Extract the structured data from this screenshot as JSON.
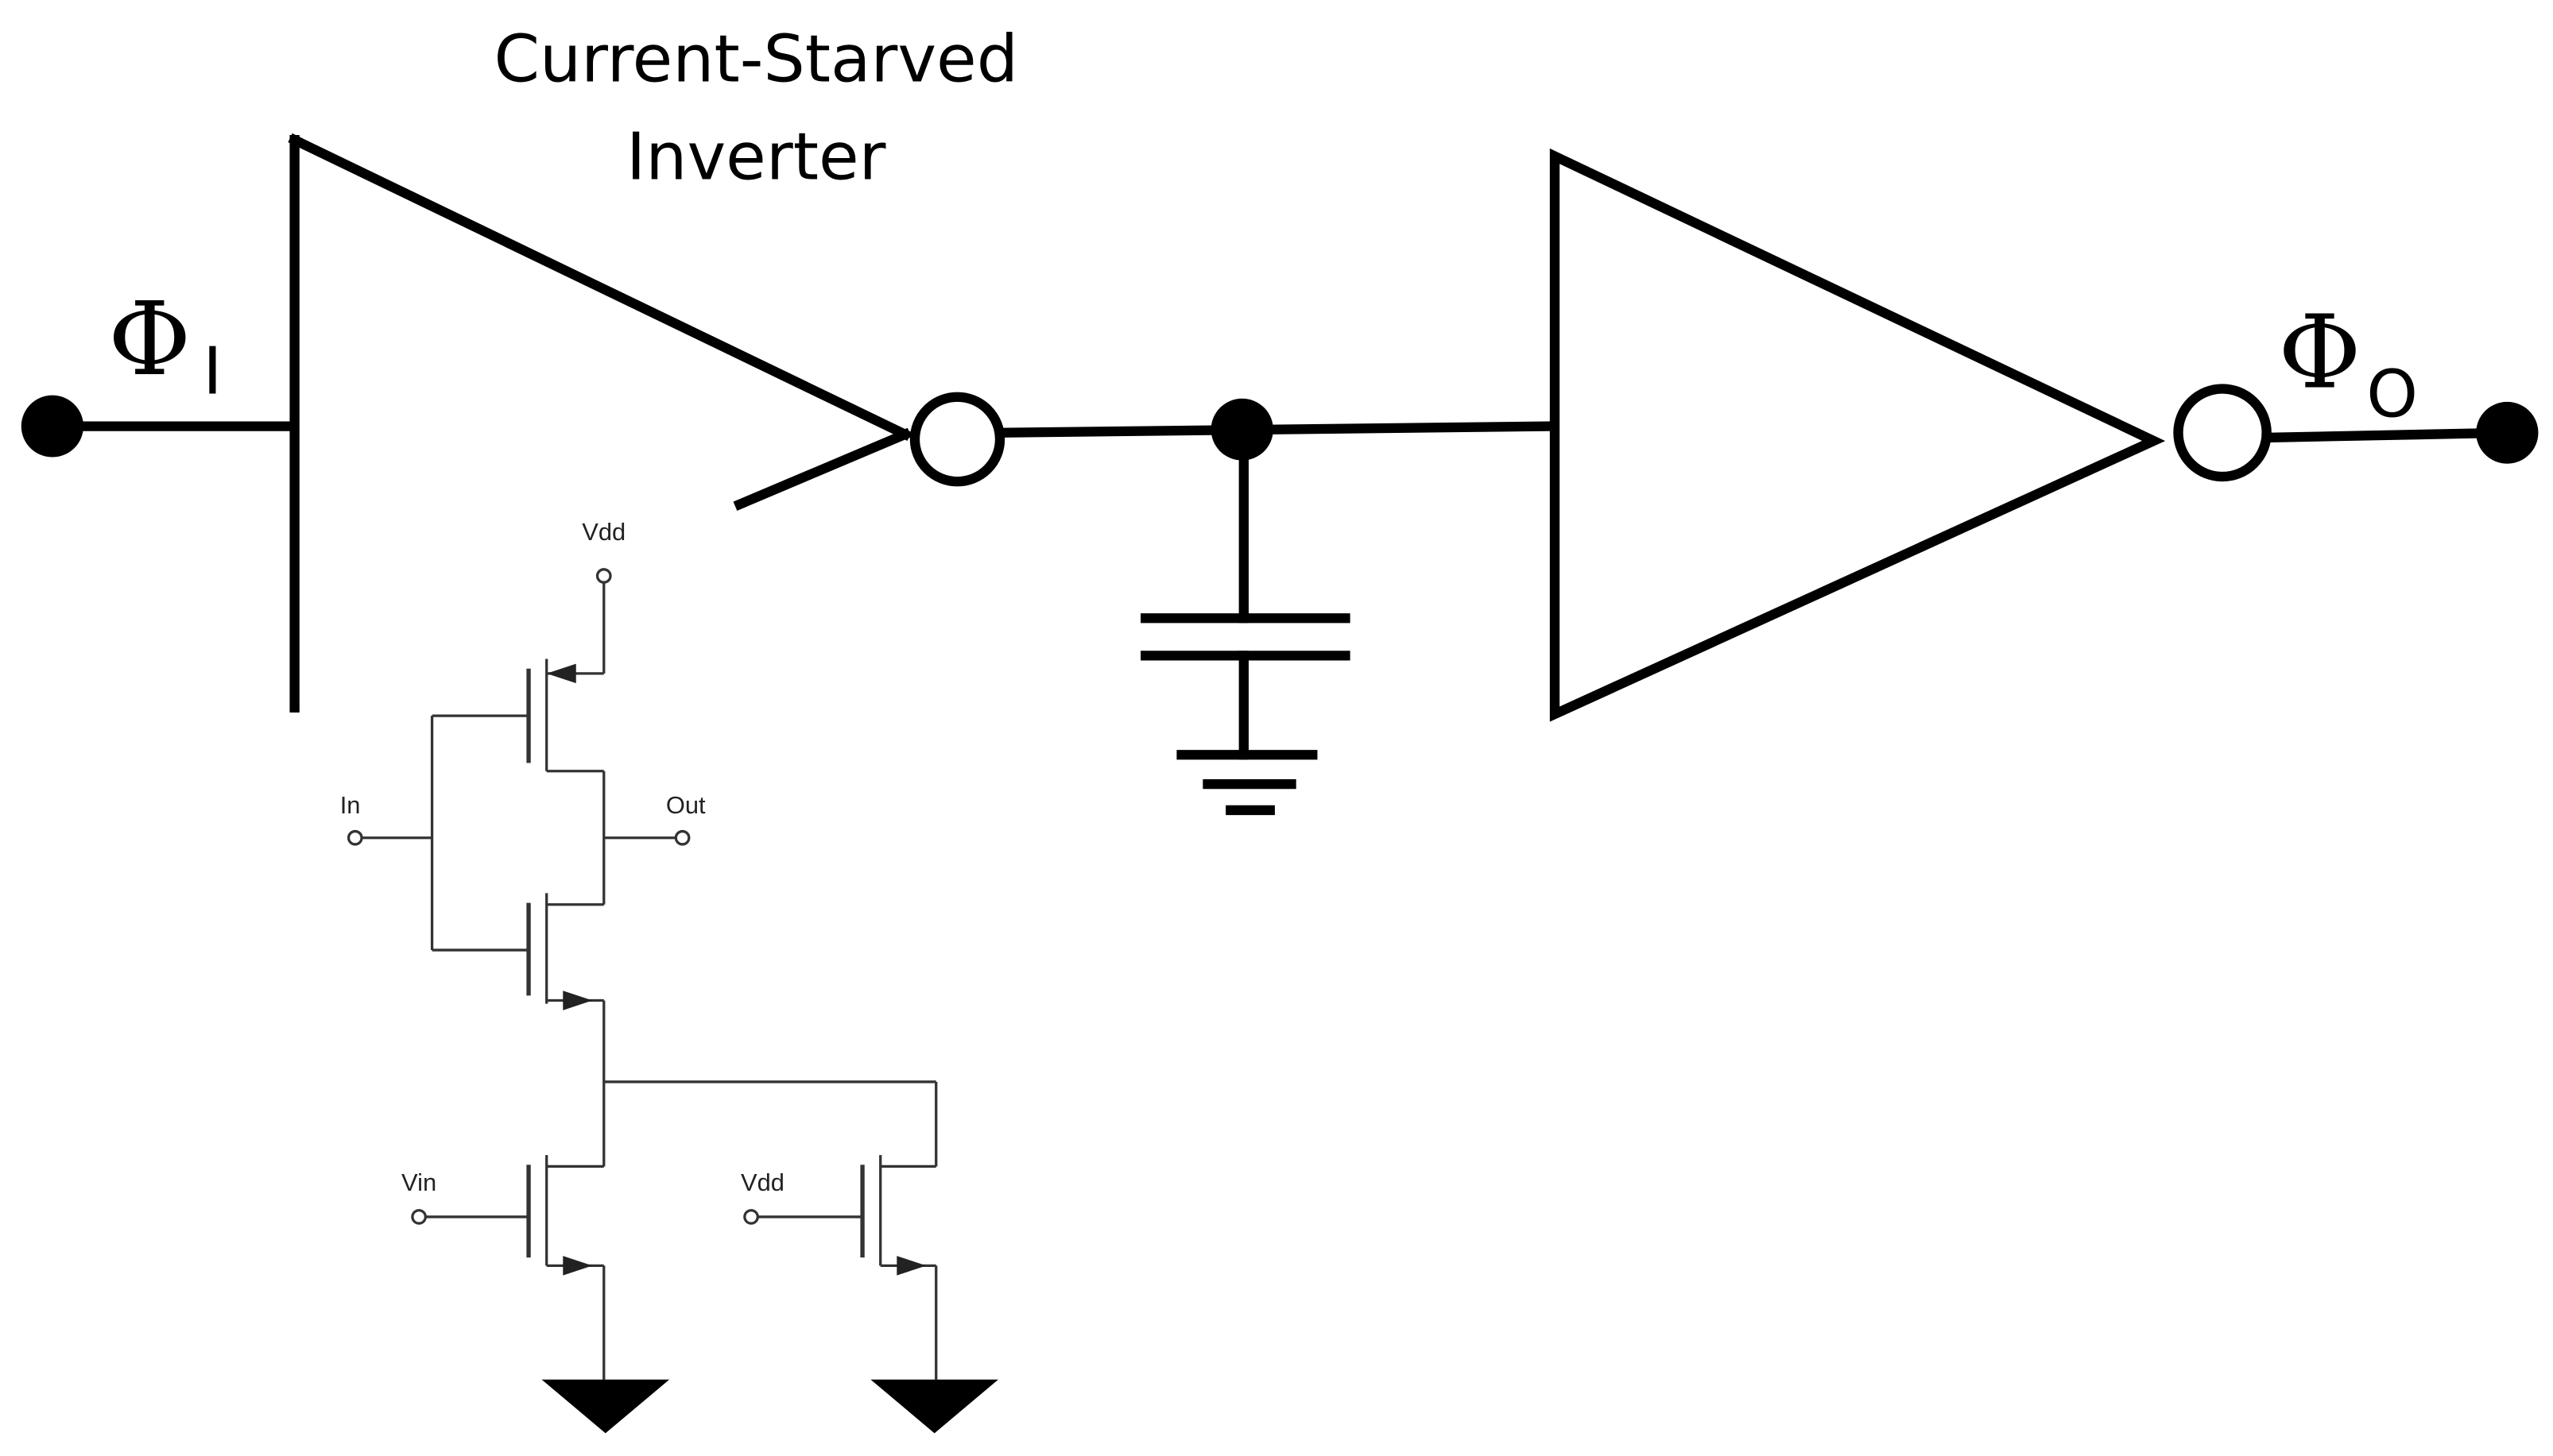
{
  "title": {
    "line1": "Current-Starved",
    "line2": "Inverter"
  },
  "input_label": {
    "symbol": "Φ",
    "subscript": "I"
  },
  "output_label": {
    "symbol": "Φ",
    "subscript": "O"
  },
  "schematic": {
    "vdd_top": "Vdd",
    "in": "In",
    "out": "Out",
    "vin": "Vin",
    "vdd_bias": "Vdd"
  }
}
